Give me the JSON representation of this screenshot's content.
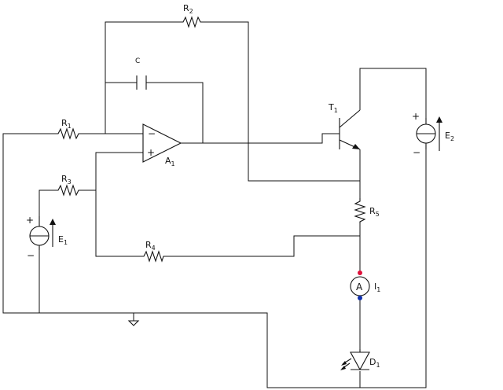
{
  "components": {
    "R1": {
      "letter": "R",
      "index": "1"
    },
    "R2": {
      "letter": "R",
      "index": "2"
    },
    "R3": {
      "letter": "R",
      "index": "3"
    },
    "R4": {
      "letter": "R",
      "index": "4"
    },
    "R5": {
      "letter": "R",
      "index": "5"
    },
    "C": {
      "letter": "C"
    },
    "A1": {
      "letter": "A",
      "index": "1",
      "inv": "−",
      "noninv": "+"
    },
    "T1": {
      "letter": "T",
      "index": "1"
    },
    "E1": {
      "letter": "E",
      "index": "1",
      "plus": "+",
      "minus": "−"
    },
    "E2": {
      "letter": "E",
      "index": "2",
      "plus": "+",
      "minus": "−"
    },
    "I1": {
      "letter": "I",
      "index": "1",
      "meter": "A"
    },
    "D1": {
      "letter": "D",
      "index": "1"
    }
  },
  "colors": {
    "wire": "#111111",
    "ammeter_plus_terminal": "#e0103a",
    "ammeter_minus_terminal": "#1030b0"
  }
}
